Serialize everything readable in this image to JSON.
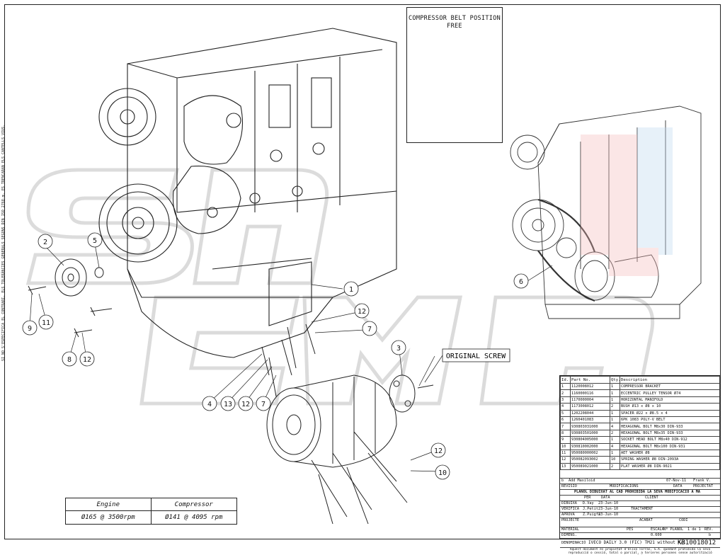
{
  "inset": {
    "title_line1": "COMPRESSOR BELT POSITION",
    "title_line2": "FREE"
  },
  "original_screw_label": "ORIGINAL SCREW",
  "callouts": [
    "1",
    "2",
    "3",
    "4",
    "5",
    "6",
    "7",
    "8",
    "9",
    "10",
    "11",
    "12",
    "13"
  ],
  "speed_table": {
    "headers": [
      "Engine",
      "Compressor"
    ],
    "values": [
      "Ø165 @ 3500rpm",
      "Ø141 @ 4095 rpm"
    ]
  },
  "parts_table": {
    "headers": [
      "Id.",
      "Part No.",
      "Qty.",
      "Description"
    ],
    "rows": [
      [
        "1",
        "1120008012",
        "1",
        "COMPRESSOR BRACKET"
      ],
      [
        "2",
        "1160000116",
        "1",
        "ECCENTRIC PULLEY TENSOR Ø74"
      ],
      [
        "3",
        "1170000004",
        "1",
        "HORIZONTAL MANIFOLD"
      ],
      [
        "4",
        "1173008012",
        "2",
        "BUSH Ø13 x Ø8 x 10"
      ],
      [
        "5",
        "1202208044",
        "1",
        "SPACER Ø22 x Ø8.5 x 4"
      ],
      [
        "6",
        "1260401083",
        "1",
        "6PK 1083 POLY-V BELT"
      ],
      [
        "7",
        "930803031000",
        "4",
        "HEXAGONAL BOLT M8x30 DIN-933"
      ],
      [
        "8",
        "930803501000",
        "2",
        "HEXAGONAL BOLT M8x35 DIN-933"
      ],
      [
        "9",
        "930804005000",
        "1",
        "SOCKET HEAD BOLT M8x40 DIN-912"
      ],
      [
        "10",
        "930810002000",
        "4",
        "HEXAGONAL BOLT M8x100 DIN-931"
      ],
      [
        "11",
        "950080000002",
        "1",
        "AET WASHER Ø8"
      ],
      [
        "12",
        "950082093002",
        "10",
        "SPRING WASHER Ø8 DIN-2093A"
      ],
      [
        "13",
        "950089021000",
        "2",
        "PLAT WASHER Ø8 DIN-9021"
      ]
    ]
  },
  "title_block": {
    "revision_text": "Add Maxiloid",
    "revision_date": "07-Nov-11",
    "revision_author": "Frank V.",
    "rev_col": "REVISIÓ",
    "modifications": "MODIFICACIONS",
    "date_col": "DATA",
    "project_col": "PROJECTAT",
    "warning": "PLÀNOL DIBUIXAT AL CAD PROHIBIDA LA SEVA MODIFICACIÓ A MÀ",
    "per_label": "PER",
    "data_label": "DATA",
    "client_label": "CLIENT",
    "dibuixa_label": "DIBUIXA",
    "dibuixa_by": "D.Vay",
    "dibuixa_date": "23-Jun-10",
    "verifica_label": "VERIFICA",
    "verifica_by": "J.Petit",
    "verifica_date": "23-Jun-10",
    "aprova_label": "APROVA",
    "aprova_by": "Z.Puigfa",
    "aprova_date": "23-Jun-10",
    "tractament_label": "TRACTAMENT",
    "projecte_label": "PROJECTE",
    "acabat_label": "ACABAT",
    "codi_label": "CODI",
    "material_label": "MATERIAL",
    "pes_label": "PES",
    "dimens_label": "DIMENS.",
    "escala_label": "ESCALA",
    "escala_value": "0.600",
    "plano_label": "Nº PLÀNOL",
    "sheet": "1 de 1",
    "rev_label": "REV.",
    "rev_value": "b",
    "denominacio_label": "DENOMINACIÓ",
    "denominacio": "IVECO DAILY 3.0 (FIC) TM21 without A/C",
    "drawing_number": "KB10018012",
    "footer": "Aquest document és propietat d'Oliva Torras, S.A. quedant prohibida la seva reproducció o cessió, total o parcial, a terceres persones sense autorització prèvia."
  },
  "side_note": "SI NO S'ESPECIFICA EL CONTRARI, ELS TOLERÀNCIES GENERALS SEGONS DIN ISO 2768-m. ES TRENCARAN ELS CANTELLS VIUS."
}
